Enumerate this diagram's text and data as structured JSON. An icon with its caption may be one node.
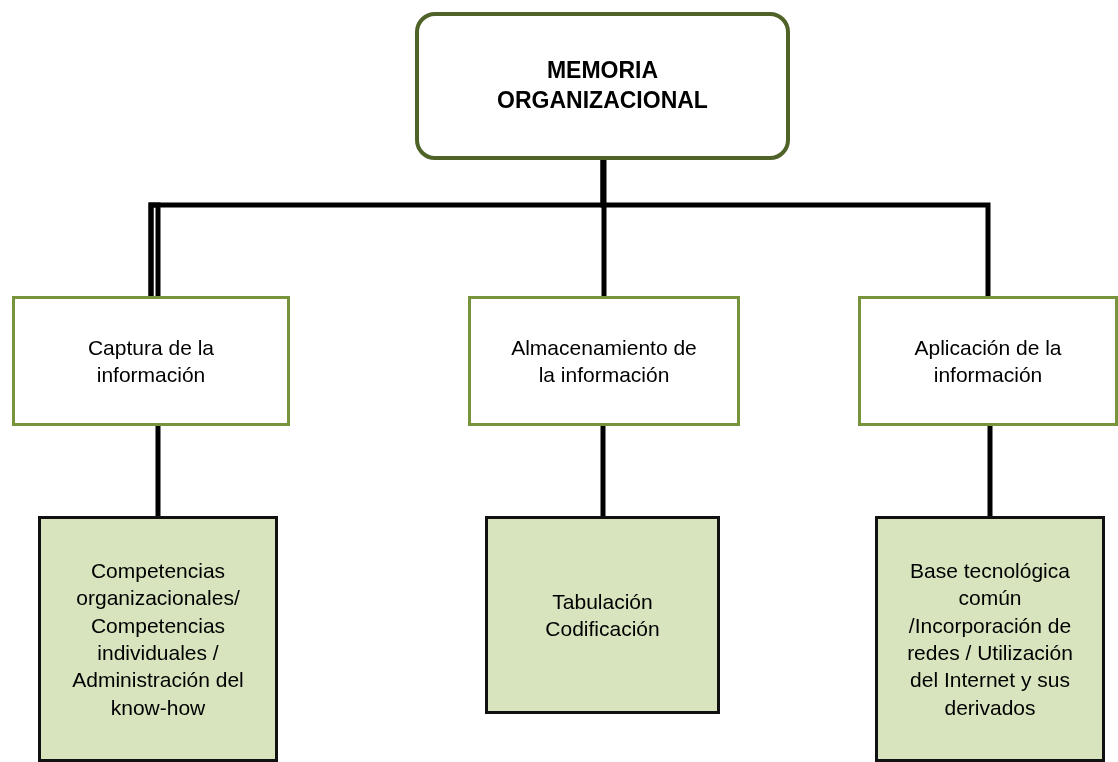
{
  "diagram": {
    "nodes": [
      {
        "text": [
          "MEMORIA ORGANIZACIONAL"
        ]
      },
      {
        "text": [
          "Captura de la información"
        ]
      },
      {
        "text": [
          "Almacenamiento de la información"
        ]
      },
      {
        "text": [
          "Aplicación de la información"
        ]
      },
      {
        "text": [
          "Competencias organizacionales/ Competencias individuales / Administración del know-how"
        ]
      },
      {
        "text": [
          "Tabulación Codificación"
        ]
      },
      {
        "text": [
          "Base tecnológica común /Incorporación de redes / Utilización del Internet y sus derivados"
        ]
      }
    ],
    "edges": [
      {
        "from": 0,
        "to": 1,
        "arrow": "none"
      },
      {
        "from": 0,
        "to": 2,
        "arrow": "none"
      },
      {
        "from": 0,
        "to": 3,
        "arrow": "none"
      },
      {
        "from": 1,
        "to": 4,
        "arrow": "none"
      },
      {
        "from": 2,
        "to": 5,
        "arrow": "none"
      },
      {
        "from": 3,
        "to": 6,
        "arrow": "none"
      }
    ]
  }
}
